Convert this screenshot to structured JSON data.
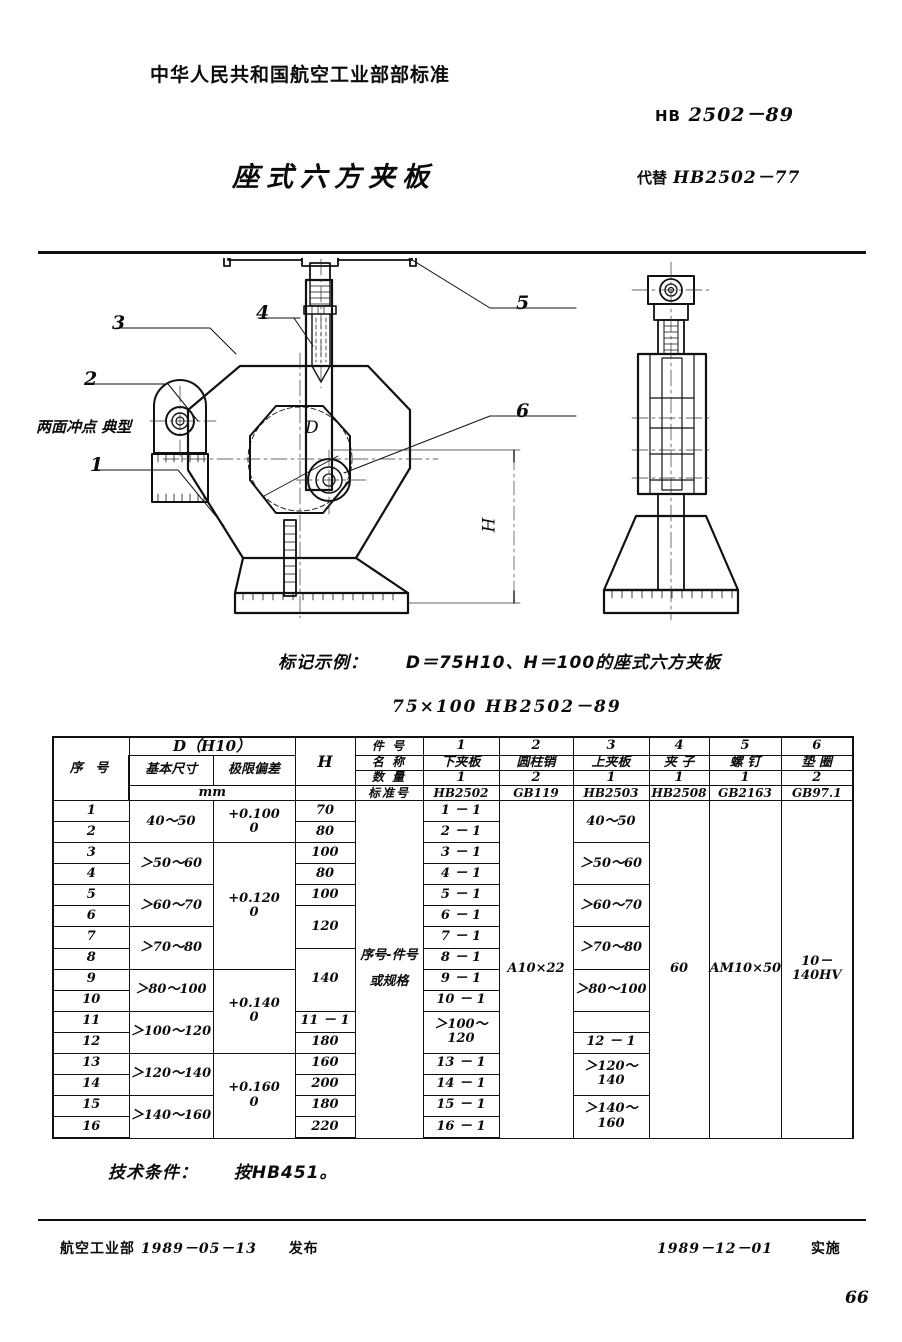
{
  "header": {
    "org_title": "中华人民共和国航空工业部部标准",
    "standard_prefix": "HB",
    "standard_number": "2502－89",
    "title": "座式六方夹板",
    "replaces_label": "代替",
    "replaces_value": "HB2502－77"
  },
  "drawing": {
    "callouts": [
      "1",
      "2",
      "3",
      "4",
      "5",
      "6"
    ],
    "punch_note": "两面冲点 典型",
    "dim_d": "D",
    "dim_h": "H"
  },
  "marking": {
    "label": "标记示例：",
    "line1": "D＝75H10、H＝100的座式六方夹板",
    "line2": "75×100  HB2502－89"
  },
  "table": {
    "headers": {
      "serial": "序 号",
      "d_group": "D（H10）",
      "d_basic": "基本尺寸",
      "d_dev": "极限偏差",
      "unit": "mm",
      "h": "H",
      "part_no": "件  号",
      "part_name": "名  称",
      "qty": "数  量",
      "std_no": "标准号"
    },
    "parts": [
      {
        "no": "1",
        "name": "下夹板",
        "qty": "1",
        "std": "HB2502"
      },
      {
        "no": "2",
        "name": "圆柱销",
        "qty": "2",
        "std": "GB119"
      },
      {
        "no": "3",
        "name": "上夹板",
        "qty": "1",
        "std": "HB2503"
      },
      {
        "no": "4",
        "name": "夹 子",
        "qty": "1",
        "std": "HB2508"
      },
      {
        "no": "5",
        "name": "螺 钉",
        "qty": "1",
        "std": "GB2163"
      },
      {
        "no": "6",
        "name": "垫 圈",
        "qty": "2",
        "std": "GB97.1"
      }
    ],
    "spec_note": "序号-件号 或规格",
    "rows": [
      {
        "sn": "1",
        "h": "70",
        "p1": "1 － 1"
      },
      {
        "sn": "2",
        "h": "80",
        "p1": "2 － 1"
      },
      {
        "sn": "3",
        "h": "100",
        "p1": "3 － 1"
      },
      {
        "sn": "4",
        "h": "80",
        "p1": "4 － 1"
      },
      {
        "sn": "5",
        "h": "100",
        "p1": "5 － 1"
      },
      {
        "sn": "6",
        "h": "120",
        "p1": "6 － 1"
      },
      {
        "sn": "7",
        "h": "120",
        "p1": "7 － 1"
      },
      {
        "sn": "8",
        "h": "120",
        "p1": "8 － 1"
      },
      {
        "sn": "9",
        "h": "140",
        "p1": "9 － 1"
      },
      {
        "sn": "10",
        "h": "140",
        "p1": "10 － 1"
      },
      {
        "sn": "11",
        "h": "140",
        "p1": "11 － 1"
      },
      {
        "sn": "12",
        "h": "180",
        "p1": "12 － 1"
      },
      {
        "sn": "13",
        "h": "160",
        "p1": "13 － 1"
      },
      {
        "sn": "14",
        "h": "200",
        "p1": "14 － 1"
      },
      {
        "sn": "15",
        "h": "180",
        "p1": "15 － 1"
      },
      {
        "sn": "16",
        "h": "220",
        "p1": "16 － 1"
      }
    ],
    "d_basic_groups": [
      {
        "text": "40～50",
        "rows": 2
      },
      {
        "text": "＞50～60",
        "rows": 2
      },
      {
        "text": "＞60～70",
        "rows": 2
      },
      {
        "text": "＞70～80",
        "rows": 2
      },
      {
        "text": "＞80～100",
        "rows": 2
      },
      {
        "text": "＞100～120",
        "rows": 2
      },
      {
        "text": "＞120～140",
        "rows": 2
      },
      {
        "text": "＞140～160",
        "rows": 2
      }
    ],
    "d_dev_groups": [
      {
        "main": "+0.100",
        "sub": "0",
        "rows": 2
      },
      {
        "main": "+0.120",
        "sub": "0",
        "rows": 6
      },
      {
        "main": "+0.140",
        "sub": "0",
        "rows": 4
      },
      {
        "main": "+0.160",
        "sub": "0",
        "rows": 4
      }
    ],
    "h_groups": [
      {
        "text": "70",
        "rows": 1
      },
      {
        "text": "80",
        "rows": 1
      },
      {
        "text": "100",
        "rows": 1
      },
      {
        "text": "80",
        "rows": 1
      },
      {
        "text": "100",
        "rows": 1
      },
      {
        "text": "120",
        "rows": 2
      },
      {
        "text": "140",
        "rows": 3
      },
      {
        "text": "180",
        "rows": 1
      },
      {
        "text": "160",
        "rows": 1
      },
      {
        "text": "200",
        "rows": 1
      },
      {
        "text": "180",
        "rows": 1
      },
      {
        "text": "220",
        "rows": 1
      }
    ],
    "col2_value": "A10×22",
    "col3_groups": [
      {
        "text": "40～50",
        "rows": 2
      },
      {
        "text": "＞50～60",
        "rows": 2
      },
      {
        "text": "＞60～70",
        "rows": 2
      },
      {
        "text": "＞70～80",
        "rows": 2
      },
      {
        "text": "＞80～100",
        "rows": 2
      },
      {
        "text": "＞100～120",
        "rows": 2
      },
      {
        "text": "＞120～140",
        "rows": 2
      },
      {
        "text": "＞140～160",
        "rows": 2
      }
    ],
    "col4_value": "60",
    "col5_value": "AM10×50",
    "col6_value": "10－140HV"
  },
  "tech_conditions": {
    "label": "技术条件：",
    "value": "按HB451。"
  },
  "footer": {
    "issuer": "航空工业部",
    "issue_date": "1989－05－13",
    "issue_word": "发布",
    "effective_date": "1989－12－01",
    "effective_word": "实施",
    "page_number": "66"
  }
}
